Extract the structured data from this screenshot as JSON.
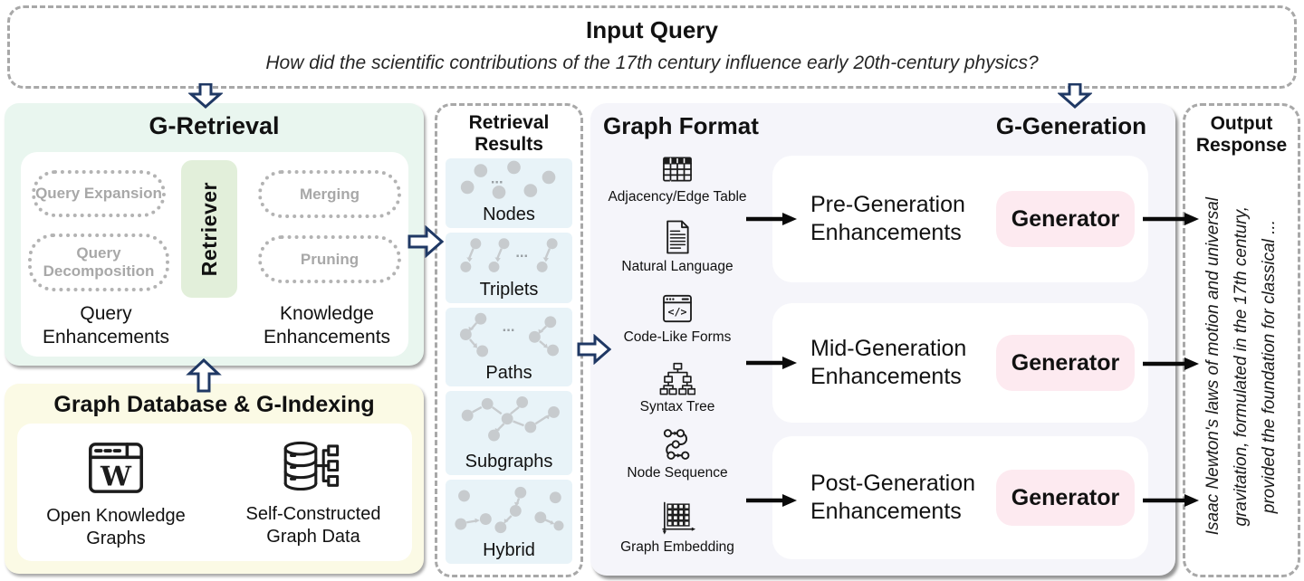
{
  "colors": {
    "arrow_navy": "#1f3864",
    "dashed_border": "#a8a8a8",
    "g_retrieval_bg": "#e9f6ef",
    "retriever_pill_bg": "#e2efda",
    "graph_database_bg": "#fbfae5",
    "result_panel_bg": "#e8f3f8",
    "generation_panel_bg": "#f5f5fa",
    "generator_pill_bg": "#fdeaf0",
    "muted_pill_text": "#a8a8a8",
    "node_gray": "#c7cbce"
  },
  "input_query": {
    "title": "Input Query",
    "question": "How did the scientific contributions of the 17th century influence early 20th-century physics?"
  },
  "g_retrieval": {
    "title": "G-Retrieval",
    "retriever_label": "Retriever",
    "pills": {
      "query_expansion": "Query Expansion",
      "query_decomposition": "Query Decomposition",
      "merging": "Merging",
      "pruning": "Pruning"
    },
    "left_caption": "Query Enhancements",
    "right_caption": "Knowledge Enhancements"
  },
  "graph_database": {
    "title": "Graph Database & G-Indexing",
    "sources": [
      {
        "icon": "wikipedia-browser-icon",
        "label": "Open Knowledge Graphs"
      },
      {
        "icon": "database-graph-icon",
        "label": "Self-Constructed Graph Data"
      }
    ]
  },
  "retrieval_results": {
    "title": "Retrieval Results",
    "items": [
      {
        "label": "Nodes",
        "ellipsis": "..."
      },
      {
        "label": "Triplets",
        "ellipsis": "..."
      },
      {
        "label": "Paths",
        "ellipsis": "..."
      },
      {
        "label": "Subgraphs"
      },
      {
        "label": "Hybrid"
      }
    ]
  },
  "graph_format": {
    "title": "Graph Format",
    "items": [
      {
        "icon": "adjacency-table-icon",
        "label": "Adjacency/Edge Table"
      },
      {
        "icon": "natural-language-icon",
        "label": "Natural Language"
      },
      {
        "icon": "code-like-forms-icon",
        "label": "Code-Like Forms"
      },
      {
        "icon": "syntax-tree-icon",
        "label": "Syntax Tree"
      },
      {
        "icon": "node-sequence-icon",
        "label": "Node Sequence"
      },
      {
        "icon": "graph-embedding-icon",
        "label": "Graph Embedding"
      }
    ]
  },
  "g_generation": {
    "title": "G-Generation",
    "rows": [
      {
        "label": "Pre-Generation Enhancements",
        "generator_label": "Generator"
      },
      {
        "label": "Mid-Generation Enhancements",
        "generator_label": "Generator"
      },
      {
        "label": "Post-Generation Enhancements",
        "generator_label": "Generator"
      }
    ]
  },
  "output_response": {
    "title": "Output Response",
    "lines": [
      "Isaac Newton's laws of motion and universal",
      "gravitation, formulated in the 17th century,",
      "provided the foundation for classical ..."
    ]
  }
}
